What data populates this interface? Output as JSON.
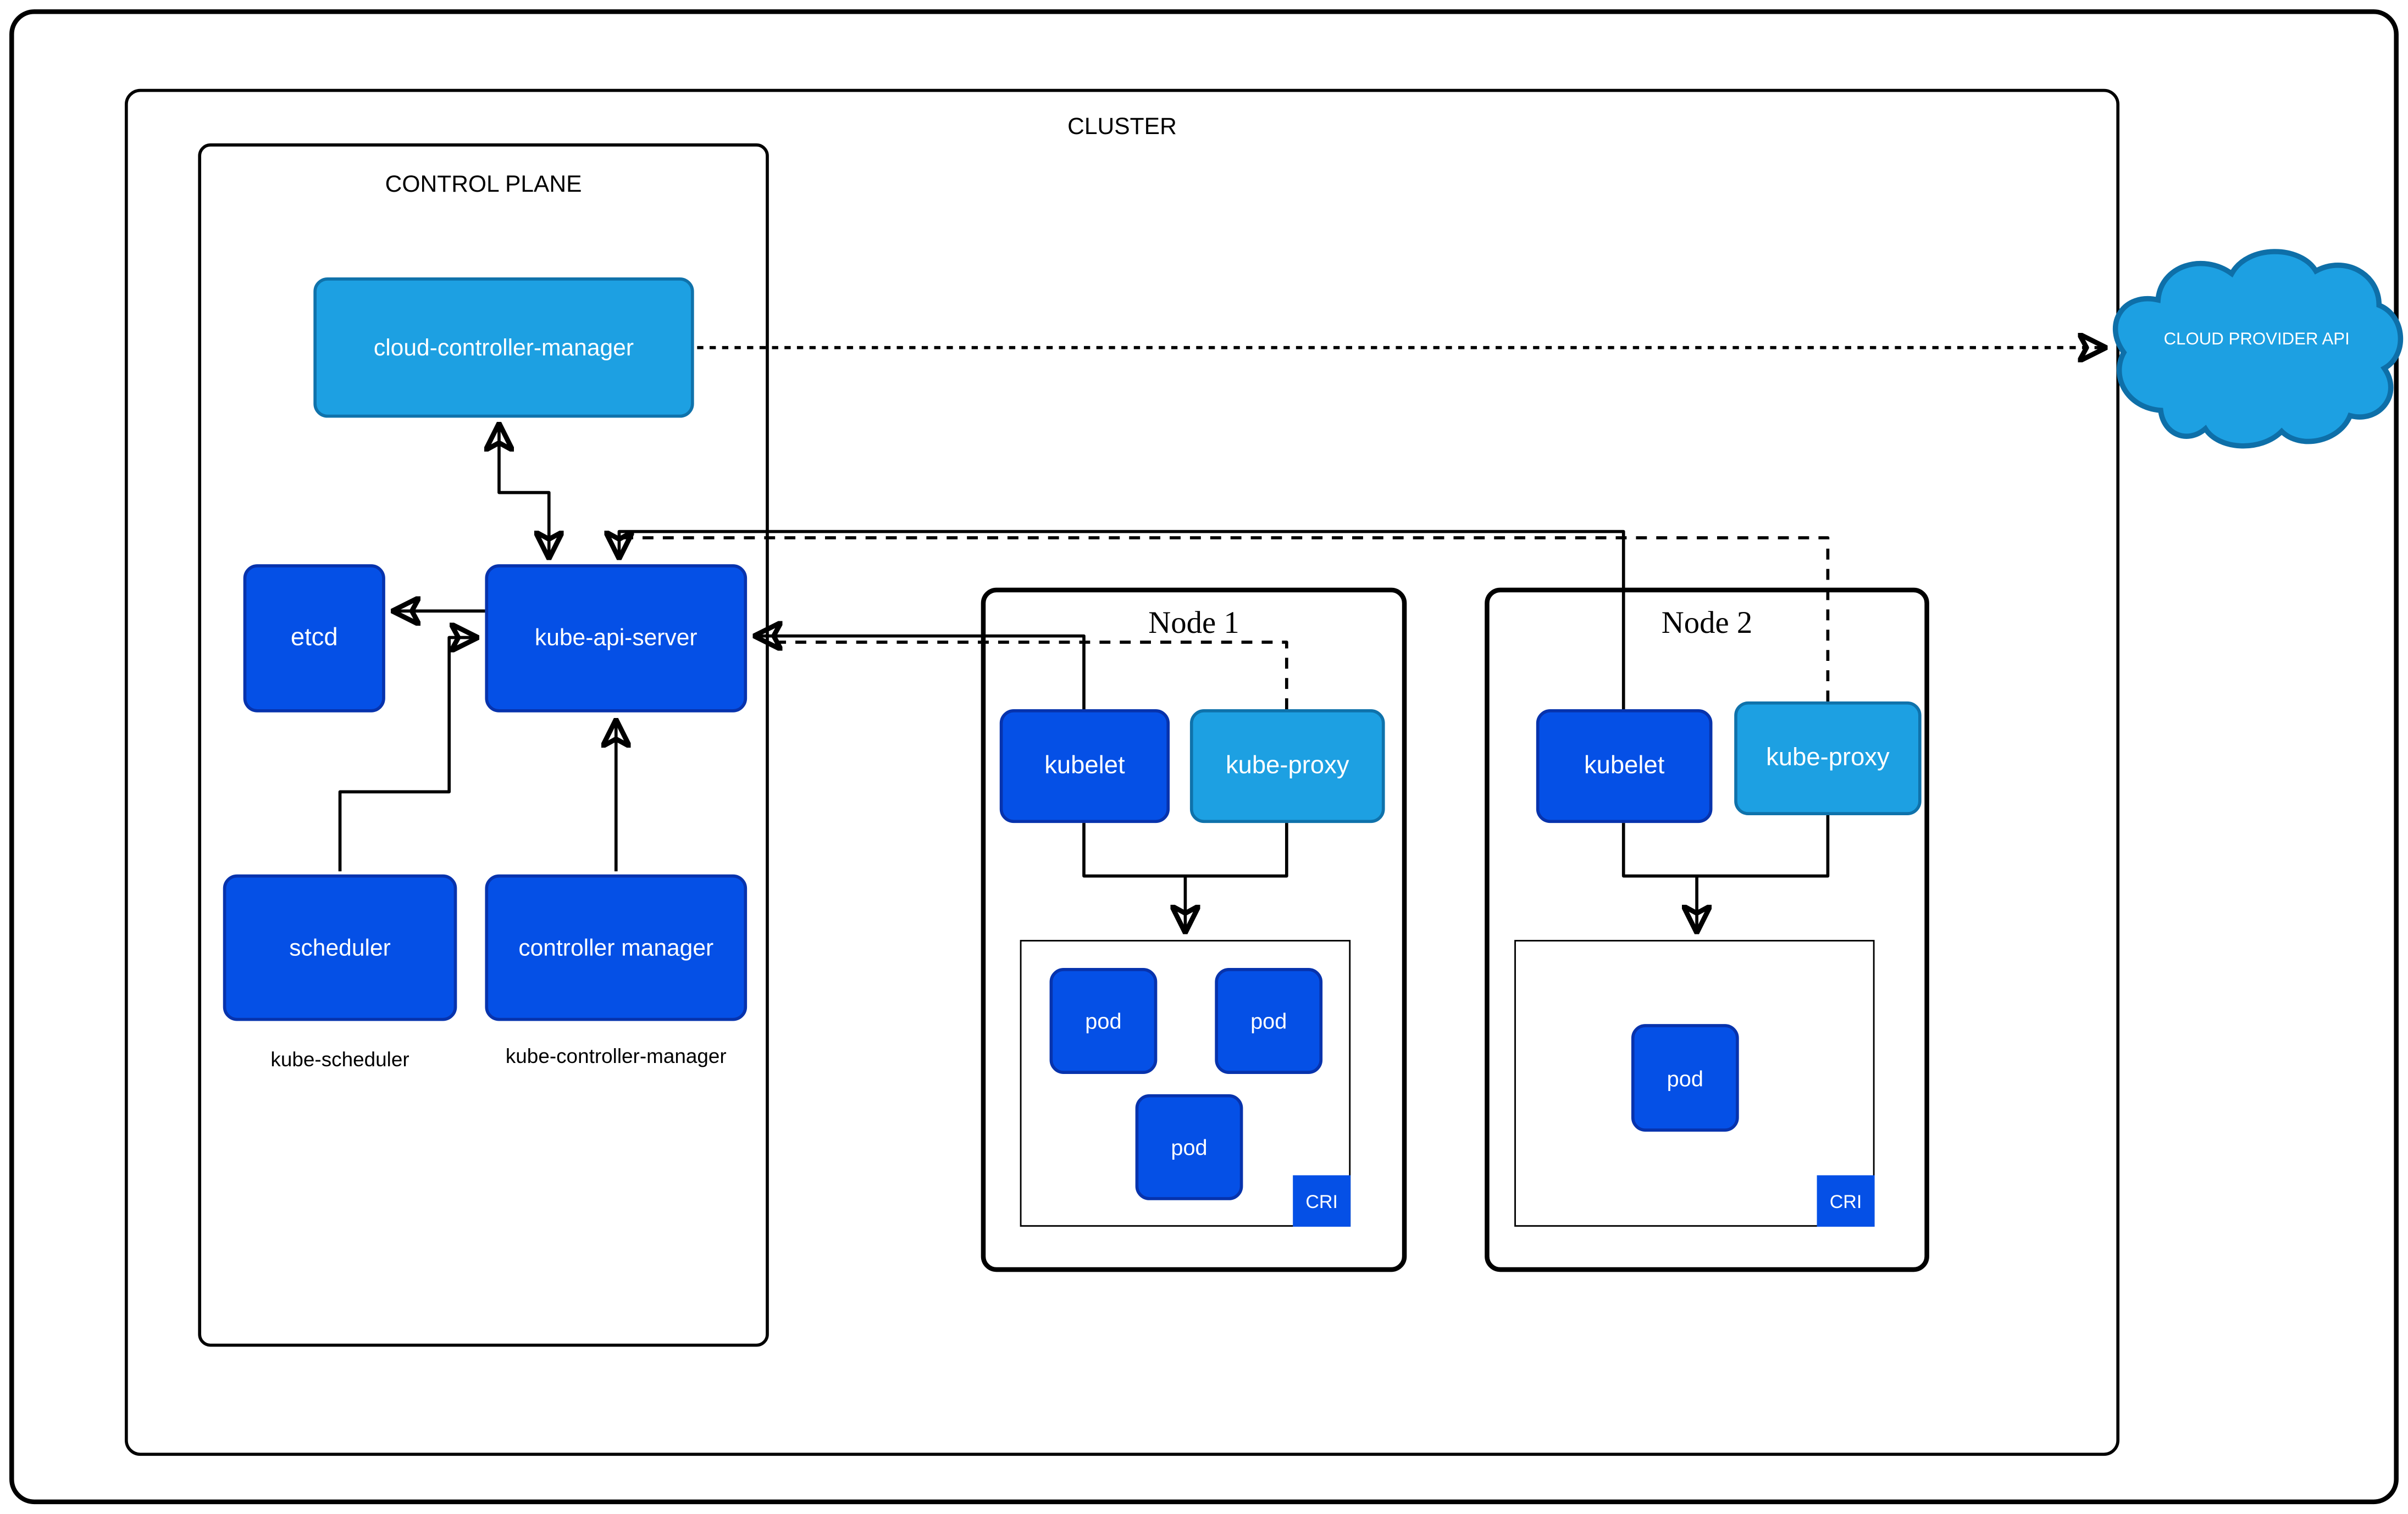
{
  "cluster_label": "CLUSTER",
  "control_plane": {
    "label": "CONTROL PLANE",
    "cloud_controller_manager": "cloud-controller-manager",
    "etcd": "etcd",
    "kube_api_server": "kube-api-server",
    "scheduler": "scheduler",
    "controller_manager": "controller manager",
    "scheduler_caption": "kube-scheduler",
    "controller_manager_caption": "kube-controller-manager"
  },
  "nodes": [
    {
      "label": "Node 1",
      "kubelet": "kubelet",
      "kube_proxy": "kube-proxy",
      "pods": [
        "pod",
        "pod",
        "pod"
      ],
      "cri": "CRI"
    },
    {
      "label": "Node 2",
      "kubelet": "kubelet",
      "kube_proxy": "kube-proxy",
      "pods": [
        "pod"
      ],
      "cri": "CRI"
    }
  ],
  "cloud": {
    "label": "CLOUD PROVIDER API"
  },
  "colors": {
    "dark_blue_fill": "#0550e6",
    "dark_blue_border": "#0733ad",
    "light_blue_fill": "#1da0e2",
    "light_blue_border": "#0f72ab",
    "line": "#000000"
  }
}
